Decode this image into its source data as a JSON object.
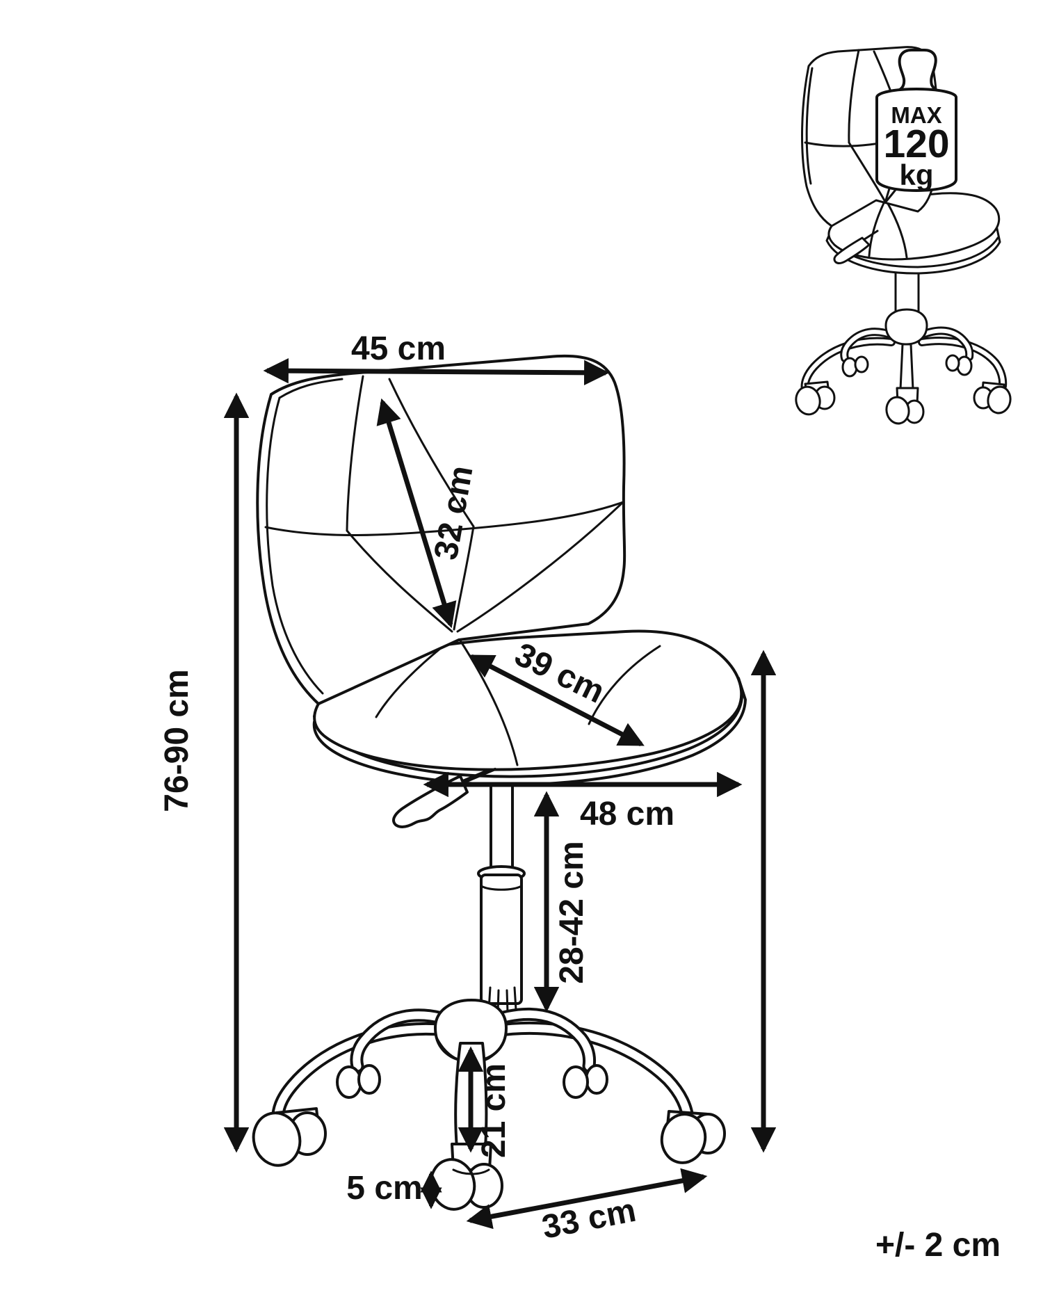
{
  "diagram": {
    "type": "product-dimension-drawing",
    "product": "swivel-office-chair",
    "dimensions": {
      "overall_width": {
        "label": "45 cm"
      },
      "backrest_diagonal": {
        "label": "32 cm"
      },
      "seat_diagonal": {
        "label": "39 cm"
      },
      "seat_width": {
        "label": "48 cm"
      },
      "overall_height": {
        "label": "76-90 cm"
      },
      "gas_lift_range": {
        "label": "28-42 cm"
      },
      "front_leg_height": {
        "label": "21 cm"
      },
      "caster_height": {
        "label": "5 cm"
      },
      "base_leg_length": {
        "label": "33 cm"
      }
    },
    "tolerance": {
      "label": "+/- 2 cm"
    },
    "max_load": {
      "prefix": "MAX",
      "value": "120",
      "unit": "kg"
    },
    "colors": {
      "line": "#111111",
      "background": "#ffffff"
    }
  }
}
